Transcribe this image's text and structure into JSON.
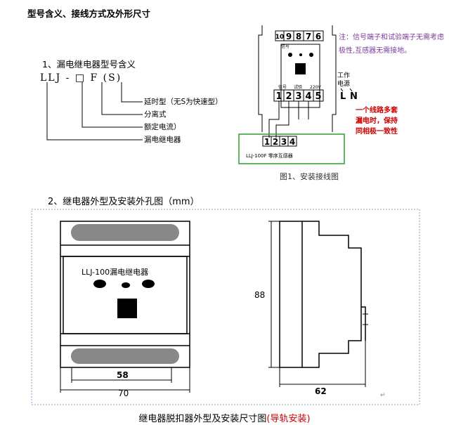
{
  "header": {
    "title": "型号含义、接线方式及外形尺寸"
  },
  "model_section": {
    "heading": "1、漏电继电器型号含义",
    "model_code": "LLJ - □ F (S)",
    "legend": [
      "延时型（无S为快速型）",
      "分离式",
      "额定电流）",
      "漏电继电器"
    ]
  },
  "wiring_diagram": {
    "top_terminals": [
      "10",
      "9",
      "8",
      "7",
      "6"
    ],
    "top_label": "信号",
    "bottom_terminal_labels": [
      "信号",
      "试验",
      "220V"
    ],
    "bottom_terminals": [
      "1",
      "2",
      "3",
      "4",
      "5"
    ],
    "power_label": "工作\n电源",
    "power_terminals": [
      "L",
      "N"
    ],
    "ct_terminals": [
      "1",
      "2",
      "3",
      "4"
    ],
    "ct_label": "LLJ-100F 零序互感器",
    "note_blue": "注：信号端子和试验端子无需考虑极性,互感器无需接地。",
    "note_red": [
      "一个线路多套",
      "漏电时，保持",
      "同相极一致性"
    ],
    "figure_caption": "图1、安装接线图"
  },
  "outline_section": {
    "heading": "2、继电器外型及安装外孔图（mm）",
    "front_label": "LLJ-100漏电继电器",
    "dim_58": "58",
    "dim_70": "70",
    "dim_88": "88",
    "dim_62": "62"
  },
  "caption": {
    "text": "继电器脱扣器外型及安装尺寸图",
    "highlight": "(导轨安装)"
  },
  "colors": {
    "note_blue": "#7a3b9a",
    "note_red": "#d10000",
    "ct_border": "#2aa02a",
    "dotted_border": "#7aa3c8"
  }
}
